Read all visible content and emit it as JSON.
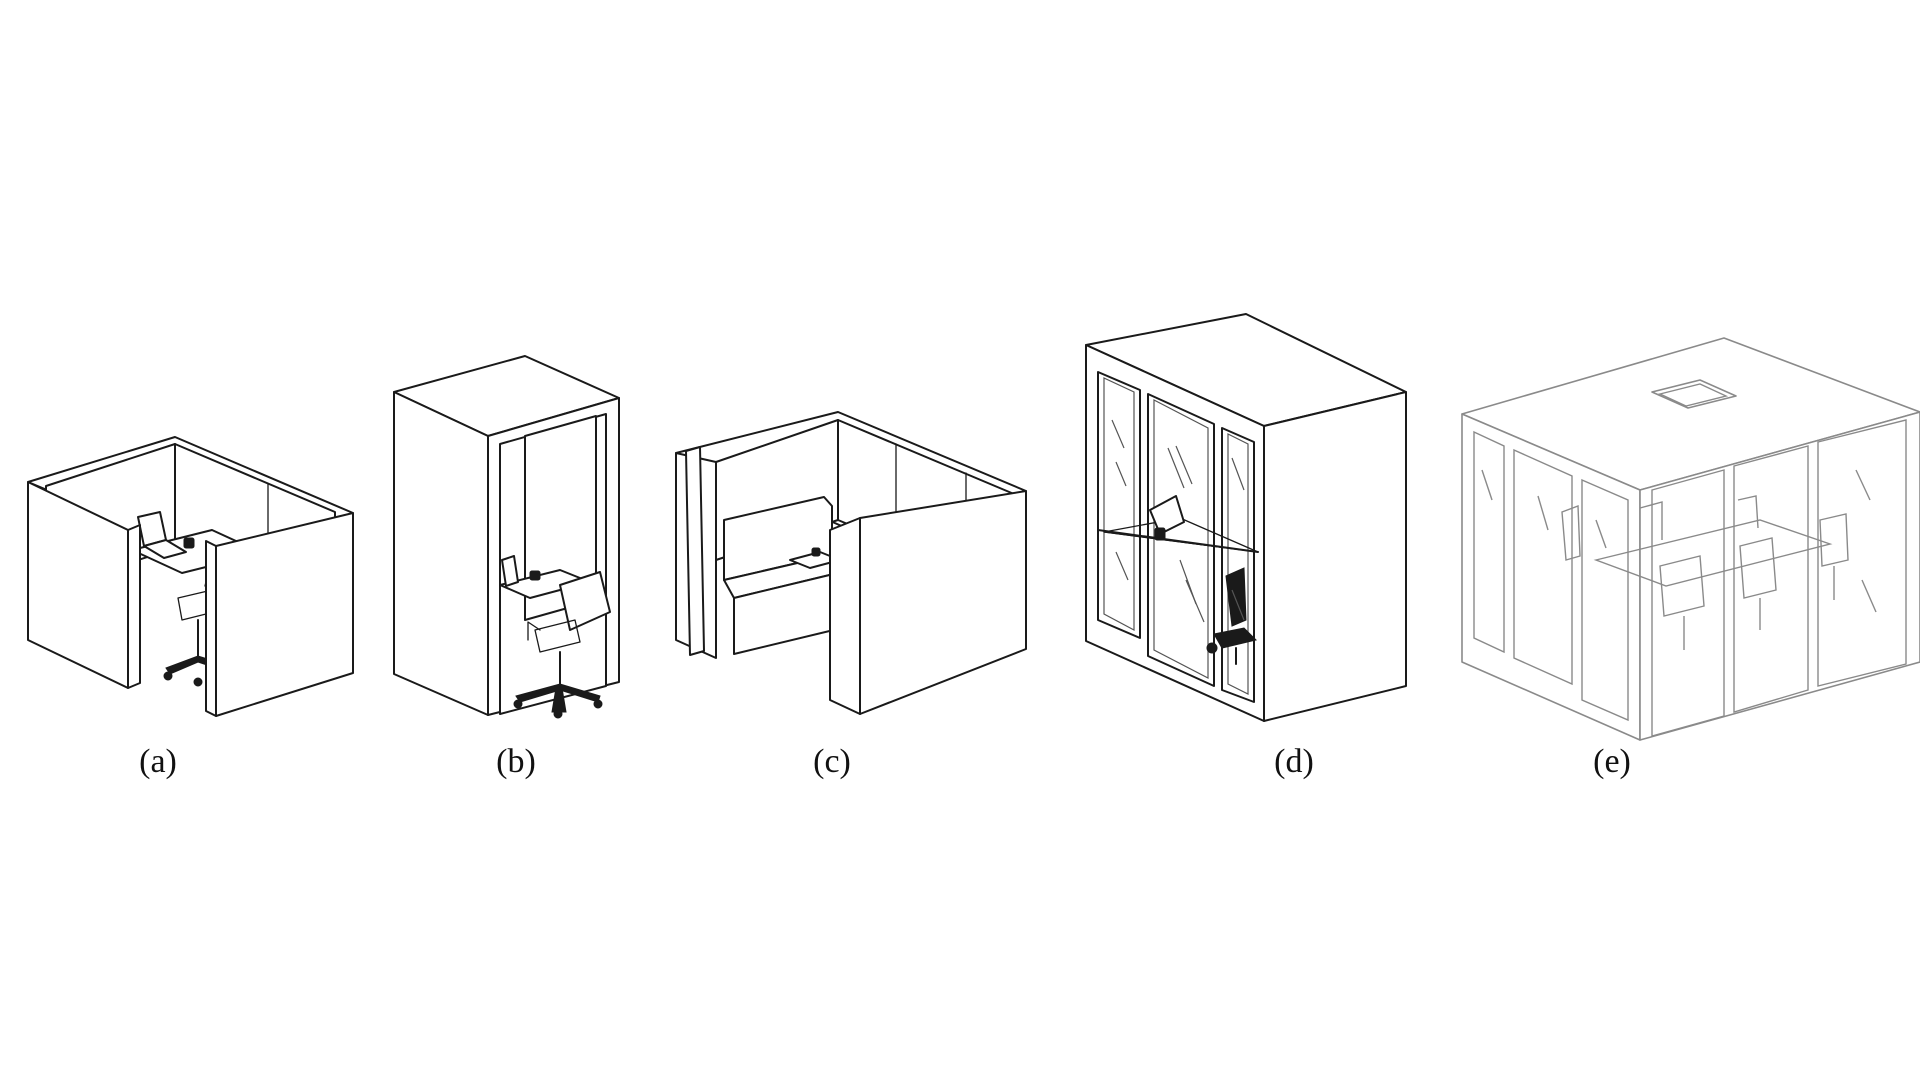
{
  "figure": {
    "panels": [
      {
        "id": "a",
        "label": "(a)"
      },
      {
        "id": "b",
        "label": "(b)"
      },
      {
        "id": "c",
        "label": "(c)"
      },
      {
        "id": "d",
        "label": "(d)"
      },
      {
        "id": "e",
        "label": "(e)"
      }
    ]
  }
}
